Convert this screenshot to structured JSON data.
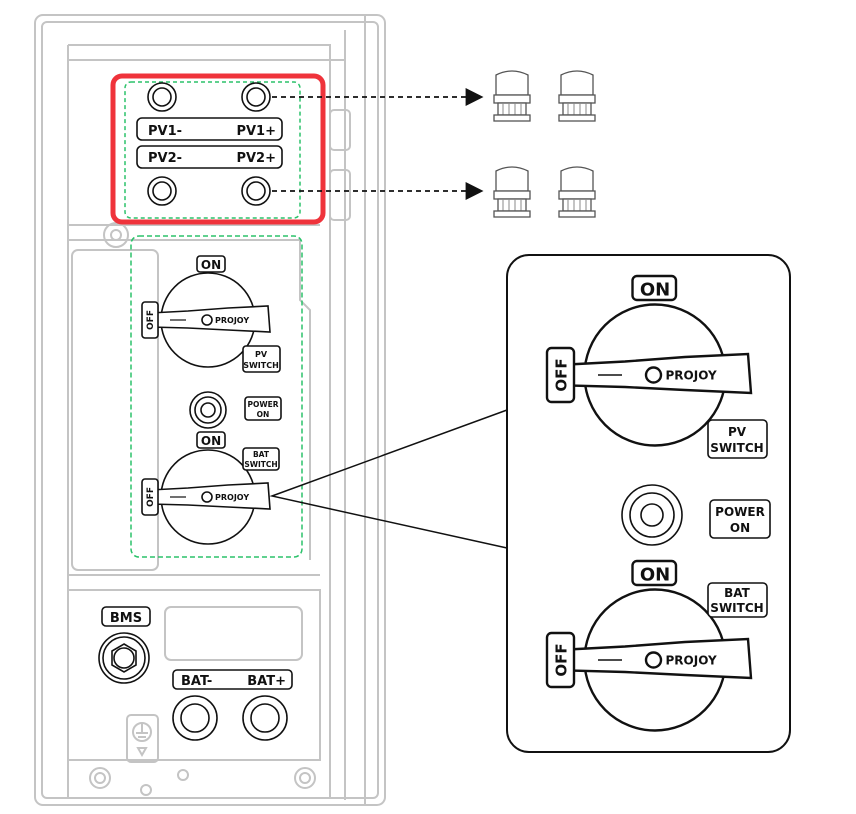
{
  "colors": {
    "highlight": "#ef333b",
    "dashed_region": "#2bc26a",
    "housing": "#c4c4c4",
    "ink": "#111111"
  },
  "pv_terminals": {
    "pv1_minus": "PV1-",
    "pv1_plus": "PV1+",
    "pv2_minus": "PV2-",
    "pv2_plus": "PV2+"
  },
  "pv_switch": {
    "on": "ON",
    "off": "OFF",
    "brand": "PROJOY",
    "label_line1": "PV",
    "label_line2": "SWITCH"
  },
  "power_button": {
    "label_line1": "POWER",
    "label_line2": "ON"
  },
  "bat_switch": {
    "on": "ON",
    "off": "OFF",
    "brand": "PROJOY",
    "label_line1": "BAT",
    "label_line2": "SWITCH"
  },
  "battery": {
    "bms": "BMS",
    "bat_minus": "BAT-",
    "bat_plus": "BAT+"
  },
  "icons": [
    "mc4-connector-icon",
    "ground-icon",
    "arrow-right-icon"
  ]
}
